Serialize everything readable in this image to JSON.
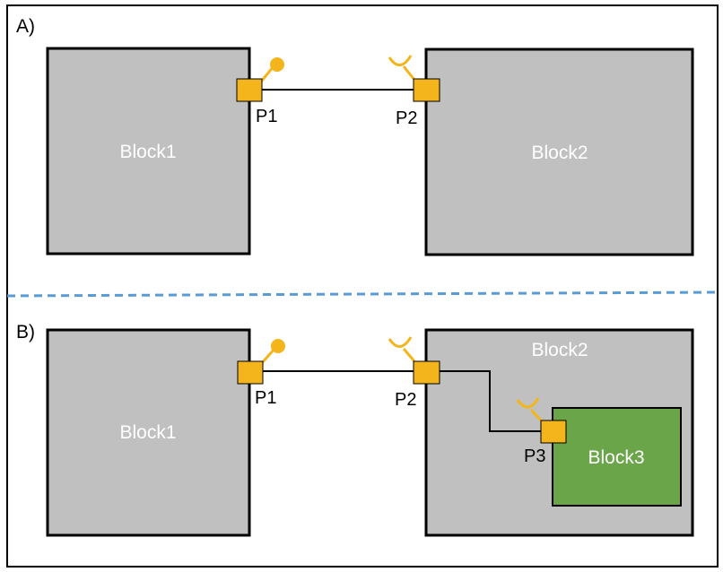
{
  "colors": {
    "block_fill": "#c0c0c0",
    "inner_block_fill": "#6aa54a",
    "port_fill": "#f3b51b",
    "connector": "#f3b51b",
    "divider": "#5b9bd5",
    "outline": "#000000"
  },
  "sections": [
    {
      "label": "A)",
      "blocks": [
        {
          "label": "Block1"
        },
        {
          "label": "Block2"
        }
      ],
      "ports": [
        {
          "label": "P1"
        },
        {
          "label": "P2"
        }
      ]
    },
    {
      "label": "B)",
      "blocks": [
        {
          "label": "Block1"
        },
        {
          "label": "Block2"
        },
        {
          "label": "Block3"
        }
      ],
      "ports": [
        {
          "label": "P1"
        },
        {
          "label": "P2"
        },
        {
          "label": "P3"
        }
      ]
    }
  ]
}
